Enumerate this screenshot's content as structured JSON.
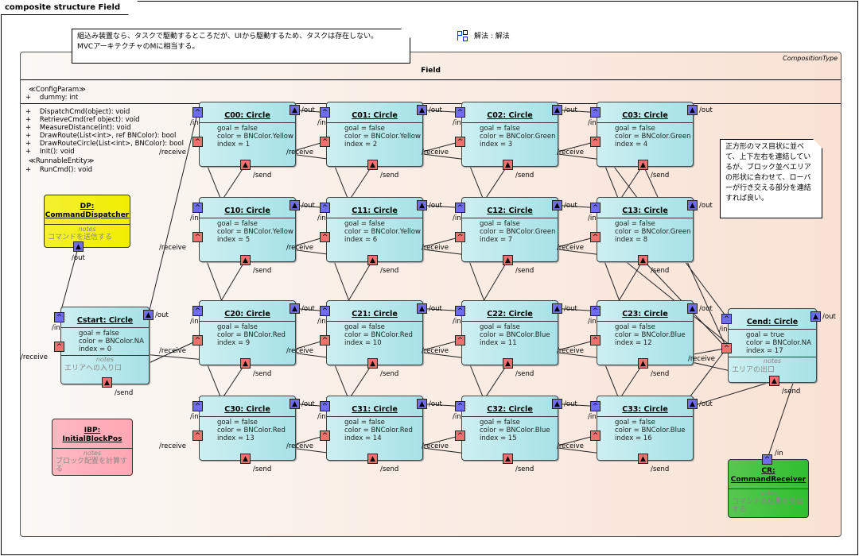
{
  "frame": {
    "title": "composite structure Field"
  },
  "note_top": {
    "lines": [
      "組込み装置なら、タスクで駆動するところだが、UIから駆動するため、タスクは存在しない。",
      "MVCアーキテクチャのMに相当する。"
    ]
  },
  "note_right": {
    "text": "正方形のマス目状に並べて、上下左右を連結しているが、ブロック並べエリアの形状に合わせて、ローバーが行き交える部分を連結すれば良い。"
  },
  "solution": {
    "icon": "composite-icon",
    "label": "解法 : 解法"
  },
  "field": {
    "name": "Field",
    "stereotype": "CompositionType",
    "config_stereotype": "≪ConfigParam≫",
    "config_attrs": [
      "+    dummy: int"
    ],
    "operations": [
      "+    DispatchCmd(object): void",
      "+    RetrieveCmd(ref object): void",
      "+    MeasureDistance(int): void",
      "+    DrawRoute(List<int>, ref BNColor): bool",
      "+    DrawRouteCircle(List<int>, BNColor): bool",
      "+    Init(): void"
    ],
    "runnable_stereotype": "≪RunnableEntity≫",
    "runnable_ops": [
      "+    RunCmd(): void"
    ]
  },
  "port_labels": {
    "in": "/in",
    "out": "/out",
    "receive": "/receive",
    "send": "/send"
  },
  "notes_label": "notes",
  "cells": [
    {
      "id": "C00",
      "title": "C00: Circle",
      "goal": "goal = false",
      "color": "color = BNColor.Yellow",
      "index": "index = 1"
    },
    {
      "id": "C01",
      "title": "C01: Circle",
      "goal": "goal = false",
      "color": "color = BNColor.Yellow",
      "index": "index = 2"
    },
    {
      "id": "C02",
      "title": "C02: Circle",
      "goal": "goal = false",
      "color": "color = BNColor.Green",
      "index": "index = 3"
    },
    {
      "id": "C03",
      "title": "C03: Circle",
      "goal": "goal = false",
      "color": "color = BNColor.Green",
      "index": "index = 4"
    },
    {
      "id": "C10",
      "title": "C10: Circle",
      "goal": "goal = false",
      "color": "color = BNColor.Yellow",
      "index": "index = 5"
    },
    {
      "id": "C11",
      "title": "C11: Circle",
      "goal": "goal = false",
      "color": "color = BNColor.Yellow",
      "index": "index = 6"
    },
    {
      "id": "C12",
      "title": "C12: Circle",
      "goal": "goal = false",
      "color": "color = BNColor.Green",
      "index": "index = 7"
    },
    {
      "id": "C13",
      "title": "C13: Circle",
      "goal": "goal = false",
      "color": "color = BNColor.Green",
      "index": "index = 8"
    },
    {
      "id": "C20",
      "title": "C20: Circle",
      "goal": "goal = false",
      "color": "color = BNColor.Red",
      "index": "index = 9"
    },
    {
      "id": "C21",
      "title": "C21: Circle",
      "goal": "goal = false",
      "color": "color = BNColor.Red",
      "index": "index = 10"
    },
    {
      "id": "C22",
      "title": "C22: Circle",
      "goal": "goal = false",
      "color": "color = BNColor.Blue",
      "index": "index = 11"
    },
    {
      "id": "C23",
      "title": "C23: Circle",
      "goal": "goal = false",
      "color": "color = BNColor.Blue",
      "index": "index = 12"
    },
    {
      "id": "C30",
      "title": "C30: Circle",
      "goal": "goal = false",
      "color": "color = BNColor.Red",
      "index": "index = 13"
    },
    {
      "id": "C31",
      "title": "C31: Circle",
      "goal": "goal = false",
      "color": "color = BNColor.Red",
      "index": "index = 14"
    },
    {
      "id": "C32",
      "title": "C32: Circle",
      "goal": "goal = false",
      "color": "color = BNColor.Blue",
      "index": "index = 15"
    },
    {
      "id": "C33",
      "title": "C33: Circle",
      "goal": "goal = false",
      "color": "color = BNColor.Blue",
      "index": "index = 16"
    }
  ],
  "cstart": {
    "title": "Cstart: Circle",
    "goal": "goal = false",
    "color": "color = BNColor.NA",
    "index": "index = 0",
    "note": "エリアへの入り口"
  },
  "cend": {
    "title": "Cend: Circle",
    "goal": "goal = true",
    "color": "color = BNColor.NA",
    "index": "index = 17",
    "note": "エリアの出口"
  },
  "dp": {
    "title1": "DP:",
    "title2": "CommandDispatcher",
    "note": "コマンドを送信する",
    "fill": "#f2ee00"
  },
  "ibp": {
    "title1": "IBP:",
    "title2": "InitialBlockPos",
    "note": "ブロック配置を計算する",
    "fill": "#ffa8b4"
  },
  "cr": {
    "title1": "CR:",
    "title2": "CommandReceiver",
    "note": "コマンドの結果を受信する",
    "fill": "#2fbf2f"
  },
  "colors": {
    "in_out_port": "#6f6cf0",
    "send_receive_port": "#f07070",
    "cell": "#a6e2e6"
  }
}
